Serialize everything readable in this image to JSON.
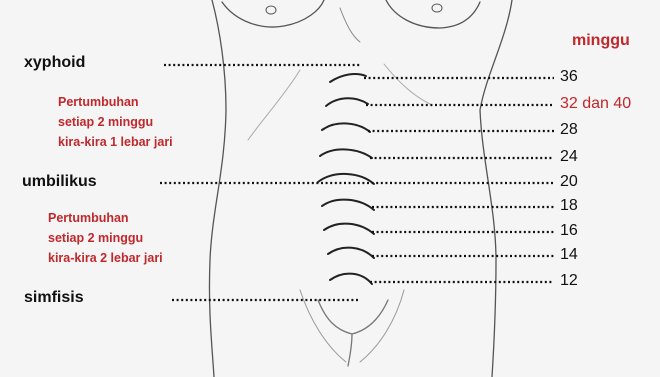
{
  "header": {
    "weeks_label": "minggu"
  },
  "landmarks": {
    "xyphoid": "xyphoid",
    "umbilikus": "umbilikus",
    "simfisis": "simfisis"
  },
  "notes": {
    "upper": [
      "Pertumbuhan",
      "setiap 2 minggu",
      "kira-kira 1 lebar jari"
    ],
    "lower": [
      "Pertumbuhan",
      "setiap 2 minggu",
      "kira-kira 2 lebar jari"
    ]
  },
  "weeks": [
    "36",
    "32 dan 40",
    "28",
    "24",
    "20",
    "18",
    "16",
    "14",
    "12"
  ],
  "colors": {
    "accent": "#c0282c",
    "text": "#111111",
    "background": "#f5f5f5"
  },
  "icons": {
    "figure": "female-torso-outline"
  }
}
